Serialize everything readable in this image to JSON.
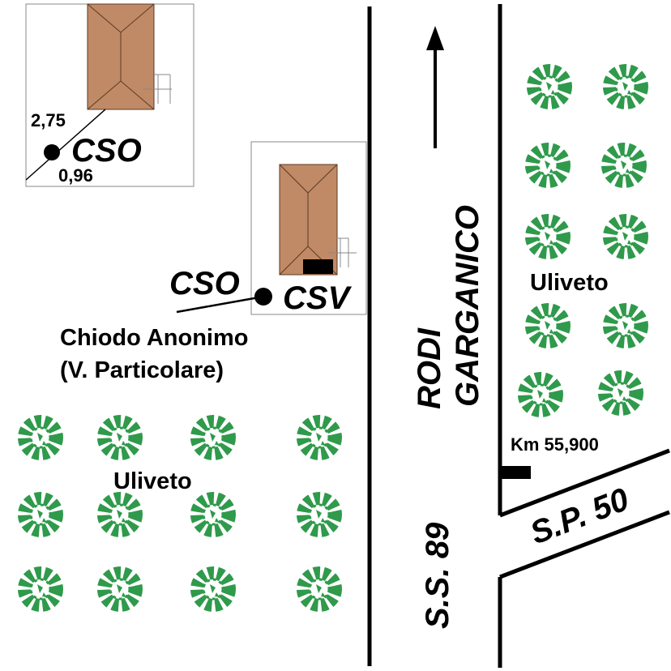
{
  "map": {
    "inset": {
      "dim_side": "2,75",
      "dim_bottom": "0,96",
      "marker": "CSO"
    },
    "markers": {
      "cso": "CSO",
      "csv": "CSV"
    },
    "landmark": {
      "line1": "Chiodo Anonimo",
      "line2": "(V. Particolare)"
    },
    "olive_left": "Uliveto",
    "olive_right": "Uliveto",
    "road_main": {
      "name_line1": "RODI",
      "name_line2": "GARGANICO",
      "code": "S.S. 89"
    },
    "road_side": "S.P. 50",
    "km": "Km 55,900",
    "colors": {
      "roof": "#c08a66",
      "tree": "#2f9a4b",
      "line": "#000000"
    }
  }
}
